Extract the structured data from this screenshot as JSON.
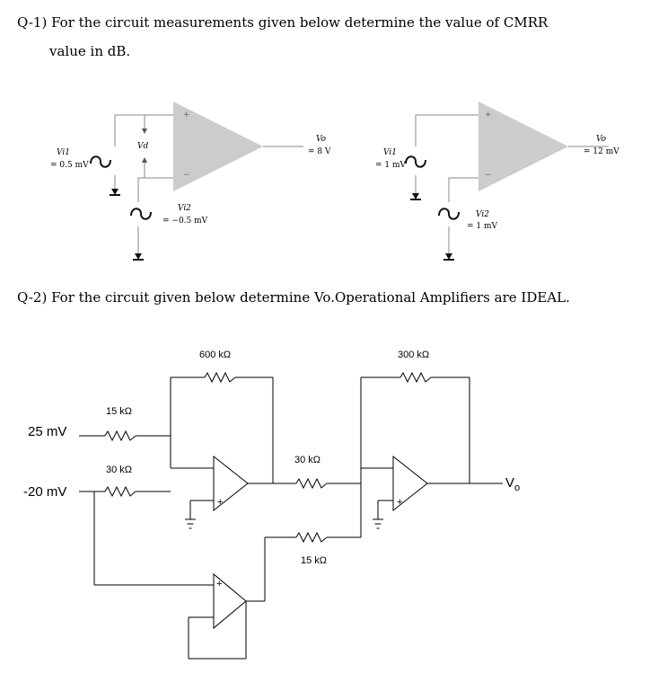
{
  "questions": {
    "q1_line1": "Q-1) For the circuit measurements given below determine the value of CMRR",
    "q1_line2": "value in dB.",
    "q2": "Q-2) For the circuit given below determine Vo.Operational Amplifiers are IDEAL."
  },
  "circuit1": {
    "left": {
      "vi1_sym": "Vi1",
      "vi1_val": "= 0.5 mV",
      "vd_sym": "Vd",
      "vi2_sym": "Vi2",
      "vi2_val": "= −0.5 mV",
      "vo_sym": "Vo",
      "vo_val": "= 8 V"
    },
    "right": {
      "vi1_sym": "Vi1",
      "vi1_val": "= 1 mV",
      "vi2_sym": "Vi2",
      "vi2_val": "= 1 mV",
      "vo_sym": "Vo",
      "vo_val": "= 12 mV"
    },
    "plus": "+",
    "minus": "−"
  },
  "circuit2": {
    "r_feedback1": "600 kΩ",
    "r_feedback2": "300 kΩ",
    "r_in1": "15 kΩ",
    "r_in2": "30 kΩ",
    "r_mid": "30 kΩ",
    "r_low": "15 kΩ",
    "source1": "25 mV",
    "source2": "-20 mV",
    "output": "V",
    "output_sub": "o",
    "plus": "+"
  }
}
